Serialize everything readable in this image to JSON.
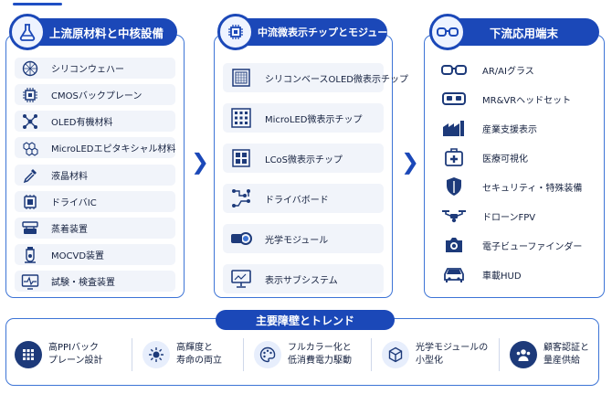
{
  "columns": [
    {
      "title": "上流原材料と中核設備",
      "icon": "flask-icon",
      "items": [
        {
          "label": "シリコンウェハー",
          "icon": "wafer-icon"
        },
        {
          "label": "CMOSバックプレーン",
          "icon": "cpu-chip-icon"
        },
        {
          "label": "OLED有機材料",
          "icon": "molecule-icon"
        },
        {
          "label": "MicroLEDエピタキシャル材料",
          "icon": "hexagon-lattice-icon"
        },
        {
          "label": "液晶材料",
          "icon": "dropper-icon"
        },
        {
          "label": "ドライバIC",
          "icon": "driver-ic-icon"
        },
        {
          "label": "蒸着装置",
          "icon": "deposition-machine-icon"
        },
        {
          "label": "MOCVD装置",
          "icon": "reactor-icon"
        },
        {
          "label": "試験・検査装置",
          "icon": "waveform-monitor-icon"
        }
      ]
    },
    {
      "title": "中流微表示チップとモジュール",
      "icon": "chip-icon",
      "items": [
        {
          "label": "シリコンベースOLED微表示チップ",
          "icon": "oled-chip-icon"
        },
        {
          "label": "MicroLED微表示チップ",
          "icon": "led-grid-icon"
        },
        {
          "label": "LCoS微表示チップ",
          "icon": "lcos-chip-icon"
        },
        {
          "label": "ドライバボード",
          "icon": "circuit-board-icon"
        },
        {
          "label": "光学モジュール",
          "icon": "lens-module-icon"
        },
        {
          "label": "表示サブシステム",
          "icon": "monitor-icon"
        }
      ]
    },
    {
      "title": "下流応用端末",
      "icon": "glasses-icon",
      "items": [
        {
          "label": "AR/AIグラス",
          "icon": "ar-glasses-icon"
        },
        {
          "label": "MR&VRヘッドセット",
          "icon": "vr-headset-icon"
        },
        {
          "label": "産業支援表示",
          "icon": "factory-icon"
        },
        {
          "label": "医療可視化",
          "icon": "medical-kit-icon"
        },
        {
          "label": "セキュリティ・特殊装備",
          "icon": "shield-icon"
        },
        {
          "label": "ドローンFPV",
          "icon": "drone-icon"
        },
        {
          "label": "電子ビューファインダー",
          "icon": "camera-icon"
        },
        {
          "label": "車載HUD",
          "icon": "car-icon"
        }
      ]
    }
  ],
  "challenges": {
    "title": "主要障壁とトレンド",
    "items": [
      {
        "line1": "高PPIバック",
        "line2": "プレーン設計",
        "icon": "pixel-grid-icon"
      },
      {
        "line1": "高輝度と",
        "line2": "寿命の両立",
        "icon": "sun-icon"
      },
      {
        "line1": "フルカラー化と",
        "line2": "低消費電力駆動",
        "icon": "palette-icon"
      },
      {
        "line1": "光学モジュールの",
        "line2": "小型化",
        "icon": "cube-icon"
      },
      {
        "line1": "顧客認証と",
        "line2": "量産供給",
        "icon": "users-icon"
      }
    ]
  },
  "colors": {
    "accent": "#1b48b8",
    "border": "#3d74d6",
    "item_bg": "#f1f4fa",
    "text": "#15213f"
  }
}
